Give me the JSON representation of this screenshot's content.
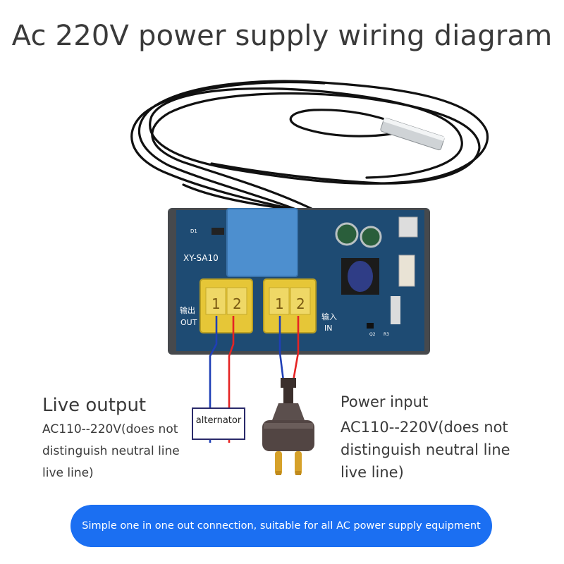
{
  "title": "Ac 220V power supply wiring diagram",
  "board": {
    "model": "XY-SA10",
    "d1": "D1",
    "q2": "Q2",
    "r3": "R3",
    "output_cn": "输出",
    "output_en": "OUT",
    "input_cn": "输入",
    "input_en": "IN",
    "terminal_1": "1",
    "terminal_2": "2"
  },
  "live_output": {
    "title": "Live output",
    "desc": "AC110--220V(does not distinguish neutral line live line)"
  },
  "alternator_label": "alternator",
  "power_input": {
    "title": "Power input",
    "desc": "AC110--220V(does not distinguish neutral line live line)"
  },
  "footer_text": "Simple one in one out connection, suitable for all AC power supply equipment",
  "colors": {
    "pcb": "#1e4b73",
    "terminal": "#e6c637",
    "wire_blue": "#1f3fb6",
    "wire_red": "#e52424",
    "footer": "#1b6ff2"
  }
}
